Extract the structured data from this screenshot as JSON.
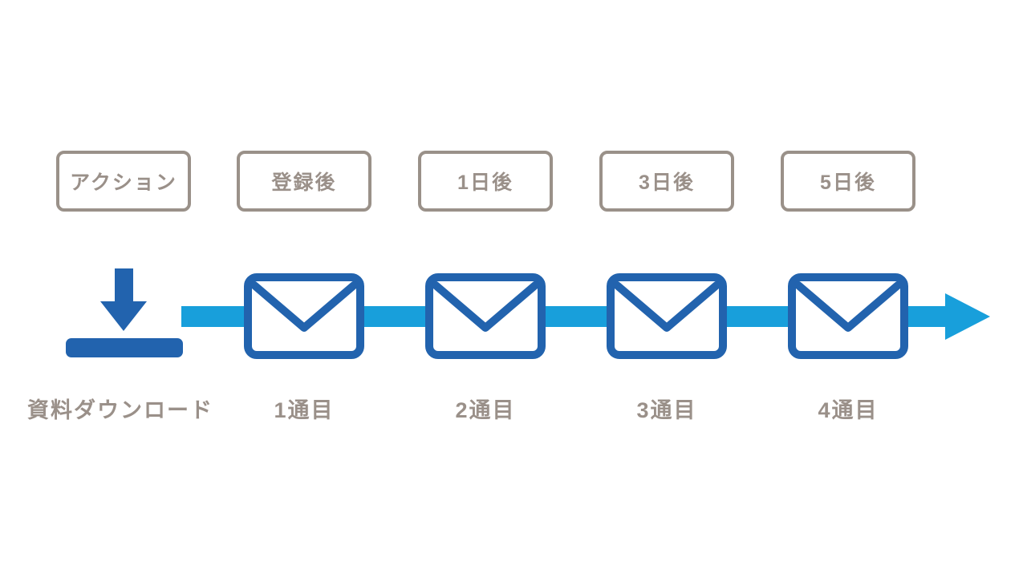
{
  "diagram": {
    "title": "step-mail-schedule-flow",
    "colors": {
      "background": "#ffffff",
      "box_border": "#9a9189",
      "label_text": "#9a9089",
      "dark_blue": "#2263ae",
      "light_blue": "#189fdb"
    },
    "timeline_boxes": [
      {
        "label": "アクション"
      },
      {
        "label": "登録後"
      },
      {
        "label": "1日後"
      },
      {
        "label": "3日後"
      },
      {
        "label": "5日後"
      }
    ],
    "action": {
      "icon": "download-icon",
      "label": "資料ダウンロード"
    },
    "emails": [
      {
        "icon": "envelope-icon",
        "label": "1通目"
      },
      {
        "icon": "envelope-icon",
        "label": "2通目"
      },
      {
        "icon": "envelope-icon",
        "label": "3通目"
      },
      {
        "icon": "envelope-icon",
        "label": "4通目"
      }
    ]
  }
}
